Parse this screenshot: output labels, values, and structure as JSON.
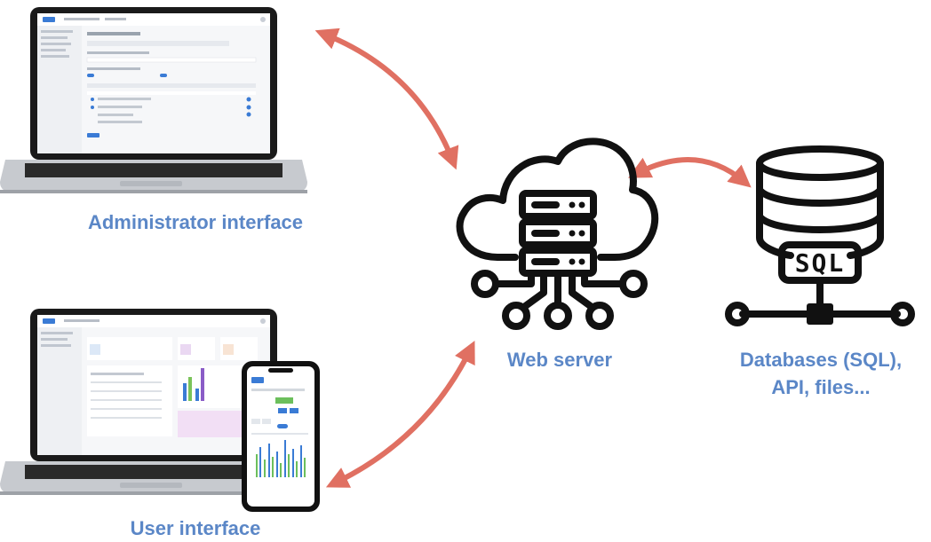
{
  "labels": {
    "admin": "Administrator interface",
    "user": "User interface",
    "web_server": "Web server",
    "databases_line1": "Databases (SQL),",
    "databases_line2": "API, files..."
  },
  "db_badge": "SQL",
  "colors": {
    "label": "#5b87c7",
    "arrow": "#e07062",
    "icon": "#111111"
  }
}
